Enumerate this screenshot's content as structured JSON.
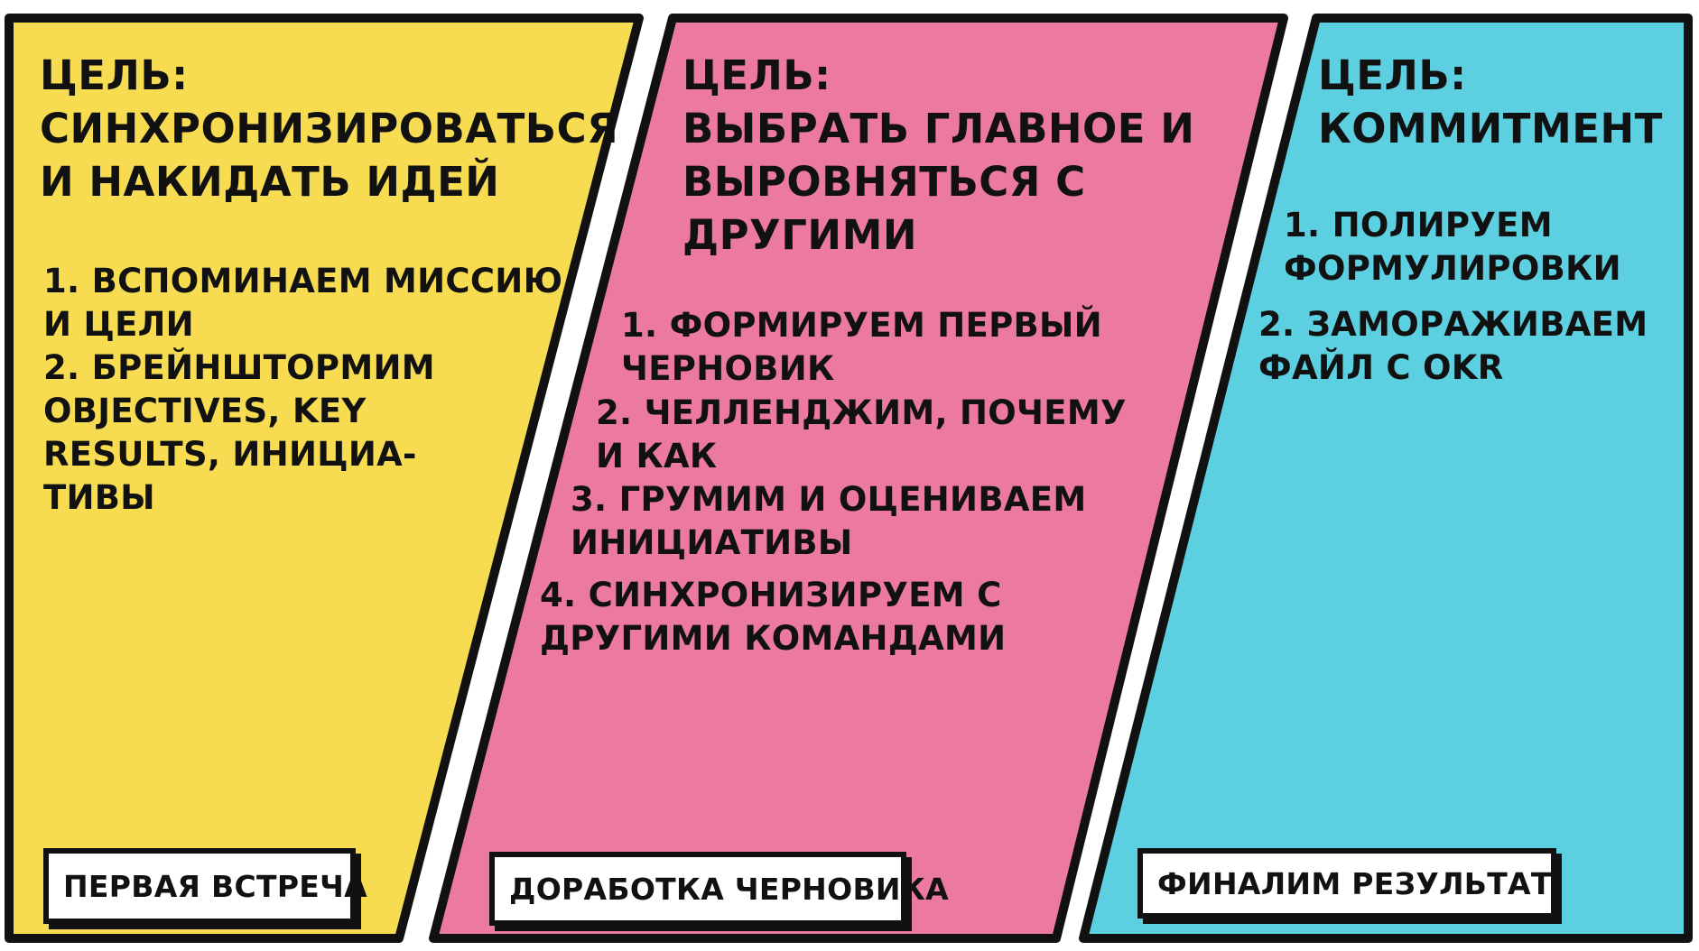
{
  "colors": {
    "panel_first": "#f7dc52",
    "panel_second": "#ec7a9e",
    "panel_third": "#5ccfe0",
    "outline": "#111111"
  },
  "panels": [
    {
      "goal": "Цель:\nСинхронизироваться\nи накидать идей",
      "steps": [
        "1. Вспоминаем миссию\nи цели",
        "2. Брейнштормим\nObjectives, Key\nResults, инициа-\nтивы"
      ],
      "label": "Первая встреча"
    },
    {
      "goal": "Цель:\nВыбрать главное и\nвыровняться с\nдругими",
      "steps": [
        "1. Формируем первый\nчерновик",
        "2. Челленджим, почему\nи как",
        "3. Грумим и оцениваем\nинициативы",
        "4. Синхронизируем с\nдругими командами"
      ],
      "label": "Доработка черновика"
    },
    {
      "goal": "Цель:\nКоммитмент",
      "steps": [
        "1. Полируем\nформулировки",
        "2. Замораживаем\nфайл с OKR"
      ],
      "label": "Финалим результат"
    }
  ]
}
